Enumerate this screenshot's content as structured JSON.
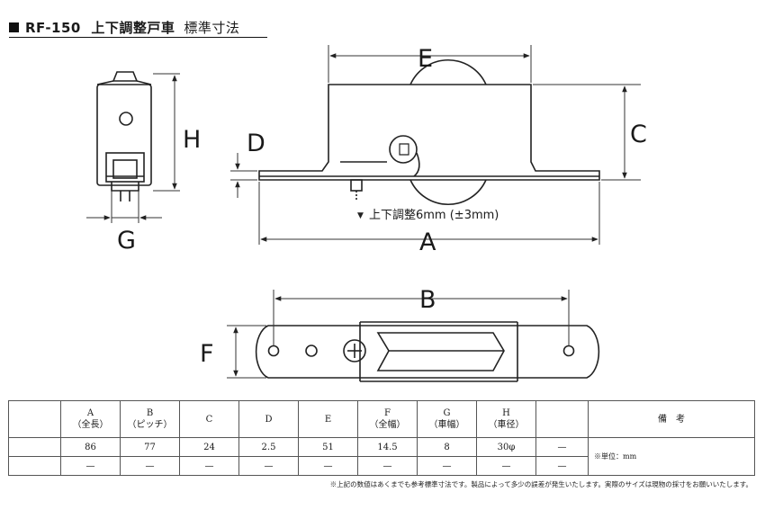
{
  "title": {
    "model": "RF-150",
    "name": "上下調整戸車",
    "sub": "標準寸法"
  },
  "dims": {
    "A": "A",
    "B": "B",
    "C": "C",
    "D": "D",
    "E": "E",
    "F": "F",
    "G": "G",
    "H": "H"
  },
  "adjust_note": "上下調整6mm (±3mm)",
  "table": {
    "headers": [
      {
        "code": "",
        "jp": ""
      },
      {
        "code": "A",
        "jp": "（全長）"
      },
      {
        "code": "B",
        "jp": "（ピッチ）"
      },
      {
        "code": "C",
        "jp": ""
      },
      {
        "code": "D",
        "jp": ""
      },
      {
        "code": "E",
        "jp": ""
      },
      {
        "code": "F",
        "jp": "（全幅）"
      },
      {
        "code": "G",
        "jp": "（車幅）"
      },
      {
        "code": "H",
        "jp": "（車径）"
      },
      {
        "code": "",
        "jp": ""
      }
    ],
    "remarks_header": "備　考",
    "row1": [
      "",
      "86",
      "77",
      "24",
      "2.5",
      "51",
      "14.5",
      "8",
      "30φ",
      "—"
    ],
    "row2": [
      "",
      "—",
      "—",
      "—",
      "—",
      "—",
      "—",
      "—",
      "—",
      "—"
    ],
    "remark": "※単位：mm"
  },
  "footnote": "※上記の数値はあくまでも参考標準寸法です。製品によって多少の誤差が発生いたします。実際のサイズは現物の採寸をお願いいたします。"
}
